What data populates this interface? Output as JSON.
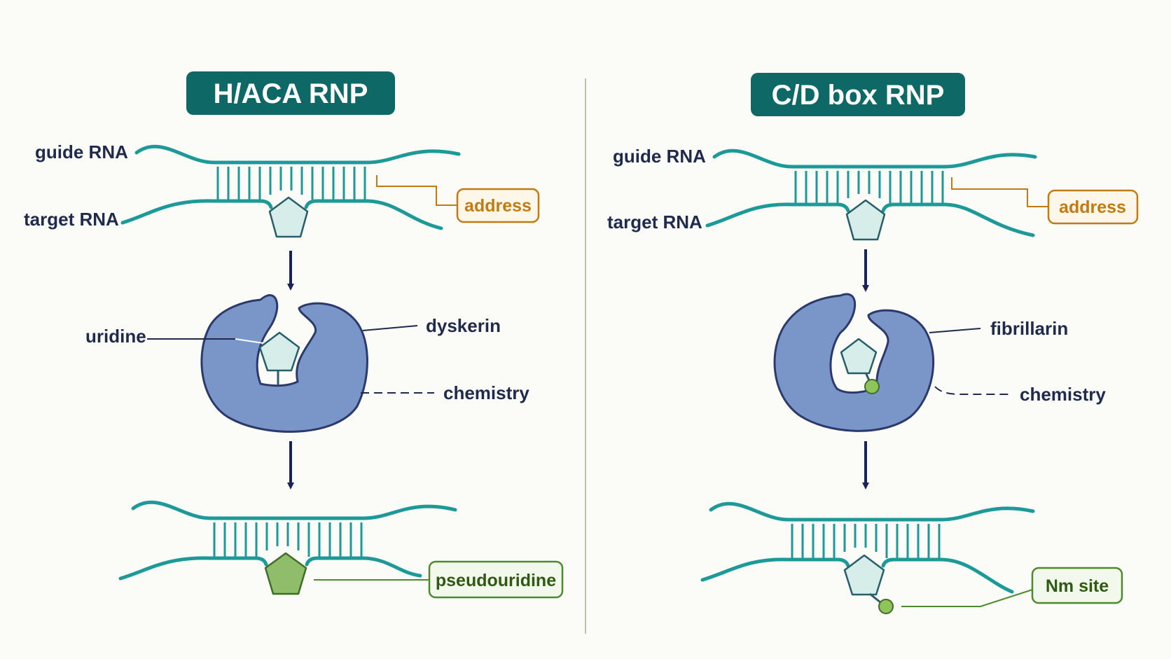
{
  "colors": {
    "title_bg": "#0e6966",
    "strand": "#1d9a98",
    "protein": "#7a96c8",
    "protein_edge": "#2b3a6b",
    "pentagon": "#d7ede9",
    "pentagon_edge": "#285e68",
    "pseudo_pentagon": "#8fbd6a",
    "address": "#c27b12",
    "product": "#4d8a2e",
    "arrow": "#1b2457",
    "divider": "#c9bca6"
  },
  "panels": [
    {
      "id": "haca",
      "title": "H/ACA RNP",
      "guide_label": "guide RNA",
      "target_label": "target RNA",
      "address_label": "address",
      "substrate_label": "uridine",
      "enzyme_label": "dyskerin",
      "chemistry_label": "chemistry",
      "product_label": "pseudouridine"
    },
    {
      "id": "cd",
      "title": "C/D box RNP",
      "guide_label": "guide RNA",
      "target_label": "target RNA",
      "address_label": "address",
      "enzyme_label": "fibrillarin",
      "chemistry_label": "chemistry",
      "product_label": "Nm site"
    }
  ]
}
